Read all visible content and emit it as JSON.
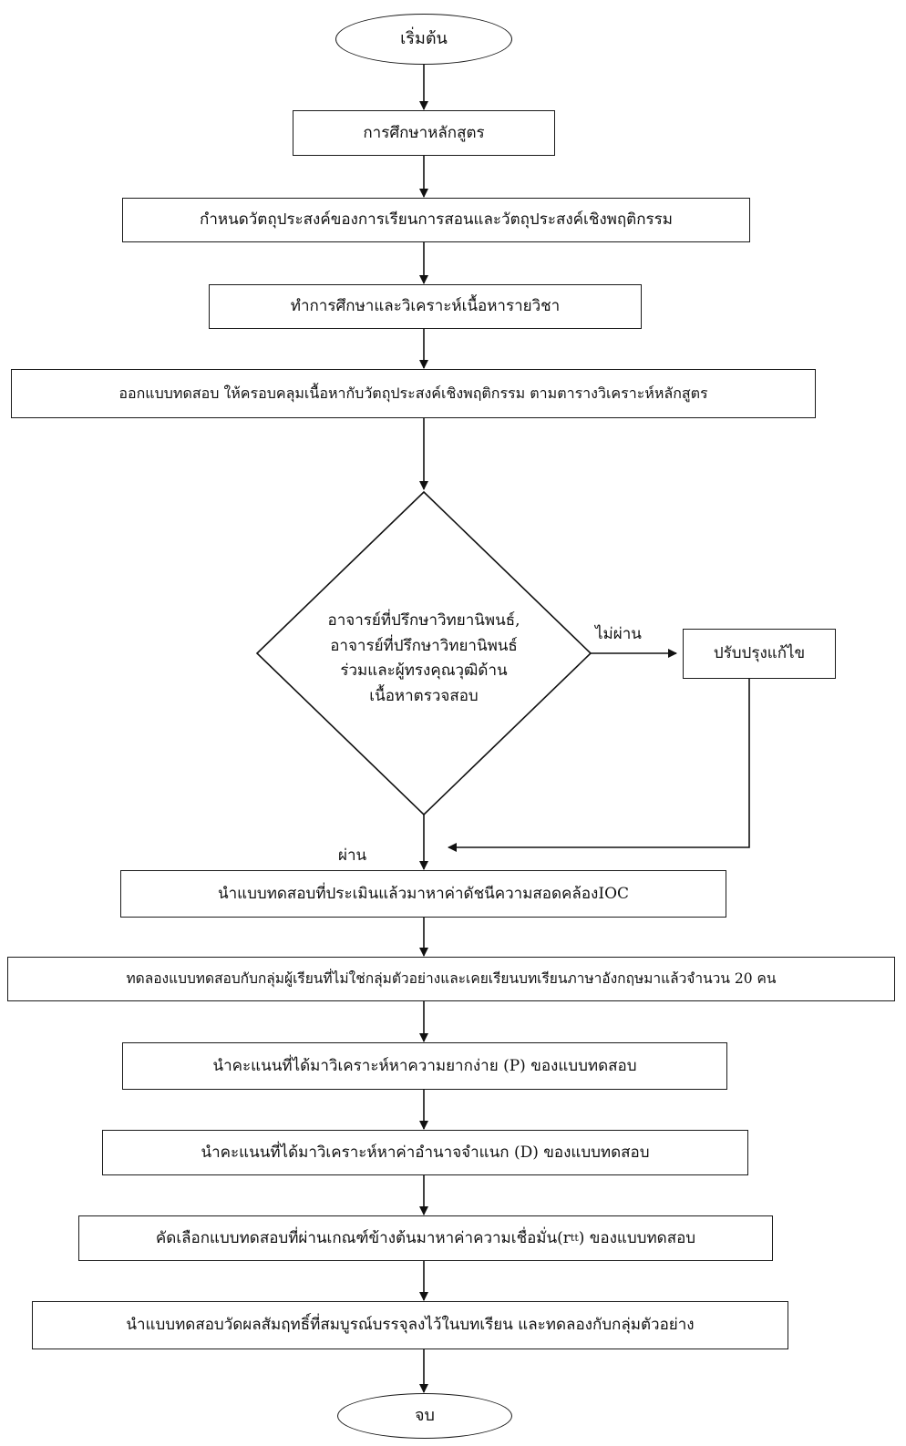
{
  "flowchart": {
    "start": "เริ่มต้น",
    "end": "จบ",
    "steps": [
      "การศึกษาหลักสูตร",
      "กำหนดวัตถุประสงค์ของการเรียนการสอนและวัตถุประสงค์เชิงพฤติกรรม",
      "ทำการศึกษาและวิเคราะห์เนื้อหารายวิชา",
      "ออกแบบทดสอบ ให้ครอบคลุมเนื้อหากับวัตถุประสงค์เชิงพฤติกรรม ตามตารางวิเคราะห์หลักสูตร",
      "นำแบบทดสอบที่ประเมินแล้วมาหาค่าดัชนีความสอดคล้องIOC",
      "ทดลองแบบทดสอบกับกลุ่มผู้เรียนที่ไม่ใช่กลุ่มตัวอย่างและเคยเรียนบทเรียนภาษาอังกฤษมาแล้วจำนวน 20 คน",
      "นำคะแนนที่ได้มาวิเคราะห์หาความยากง่าย (P) ของแบบทดสอบ",
      "นำคะแนนที่ได้มาวิเคราะห์หาค่าอำนาจจำแนก (D) ของแบบทดสอบ",
      "นำแบบทดสอบวัดผลสัมฤทธิ์ที่สมบูรณ์บรรจุลงไว้ในบทเรียน และทดลองกับกลุ่มตัวอย่าง"
    ],
    "reliability_step": {
      "before": "คัดเลือกแบบทดสอบที่ผ่านเกณฑ์ข้างต้นมาหาค่าความเชื่อมั่น(r",
      "subscript": "tt",
      "after": " ) ของแบบทดสอบ"
    },
    "decision": {
      "lines": [
        "อาจารย์ที่ปรึกษาวิทยานิพนธ์,",
        "อาจารย์ที่ปรึกษาวิทยานิพนธ์",
        "ร่วมและผู้ทรงคุณวุฒิด้าน",
        "เนื้อหาตรวจสอบ"
      ],
      "fail_label": "ไม่ผ่าน",
      "pass_label": "ผ่าน"
    },
    "revise": "ปรับปรุงแก้ไข"
  }
}
